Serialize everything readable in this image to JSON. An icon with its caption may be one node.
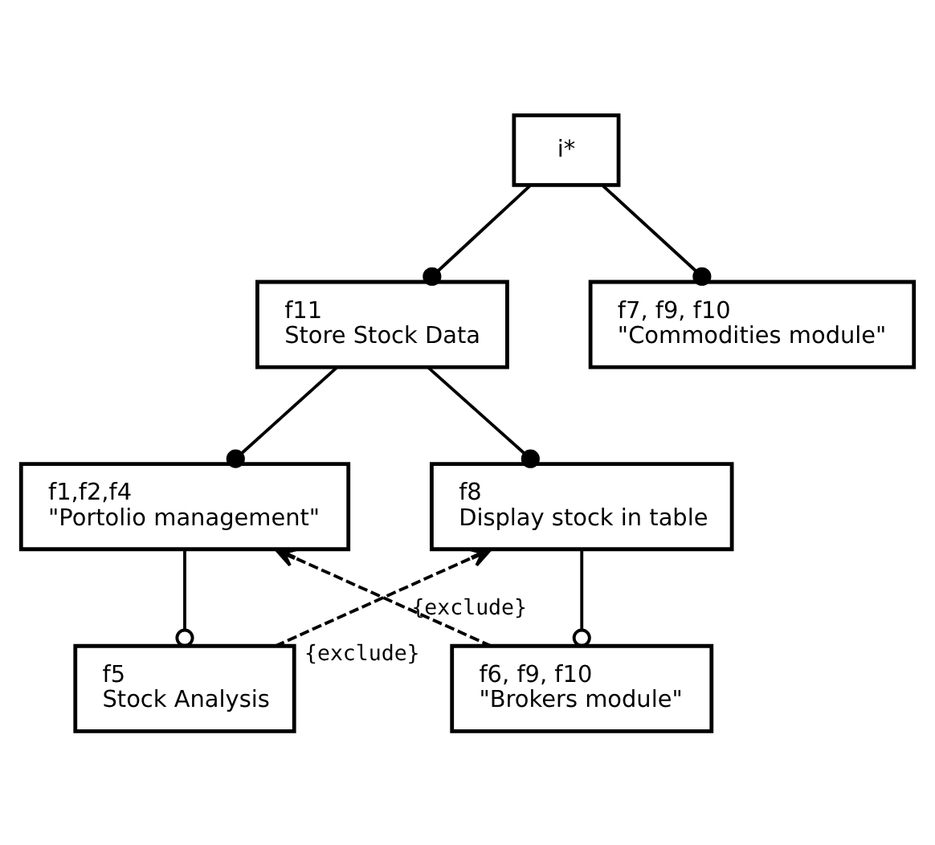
{
  "diagram": {
    "nodes": [
      {
        "text": [
          "i*"
        ]
      },
      {
        "text": [
          "f11",
          "Store Stock Data"
        ]
      },
      {
        "text": [
          "f7, f9, f10",
          "\"Commodities module\""
        ]
      },
      {
        "text": [
          "f1,f2,f4",
          "\"Portolio management\""
        ]
      },
      {
        "text": [
          "f8",
          "Display stock in table"
        ]
      },
      {
        "text": [
          "f5",
          "Stock Analysis"
        ]
      },
      {
        "text": [
          "f6, f9, f10",
          "\"Brokers module\""
        ]
      }
    ],
    "edges": [
      {
        "from": 0,
        "to": 1,
        "arrow": "other"
      },
      {
        "from": 0,
        "to": 2,
        "arrow": "other"
      },
      {
        "from": 1,
        "to": 3,
        "arrow": "other"
      },
      {
        "from": 1,
        "to": 4,
        "arrow": "other"
      },
      {
        "from": 3,
        "to": 5,
        "arrow": "other"
      },
      {
        "from": 4,
        "to": 6,
        "arrow": "other"
      },
      {
        "from": 5,
        "to": 4,
        "arrow": "to",
        "style": "dashed",
        "label": "{exclude}"
      },
      {
        "from": 6,
        "to": 3,
        "arrow": "to",
        "style": "dashed",
        "label": "{exclude}"
      }
    ]
  }
}
